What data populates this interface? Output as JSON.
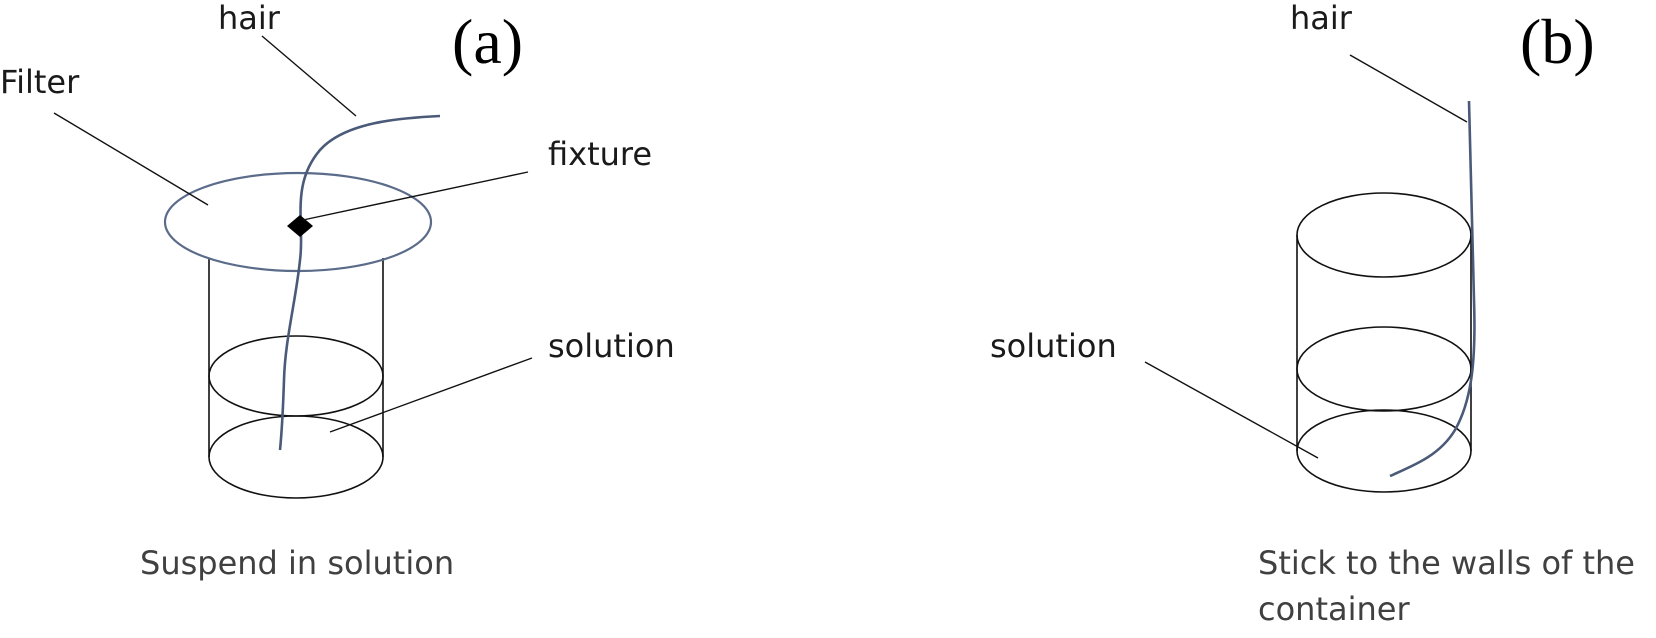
{
  "panel_a": {
    "label": "(a)",
    "hair_label": "hair",
    "filter_label": "Filter",
    "fixture_label": "fixture",
    "solution_label": "solution",
    "caption": "Suspend in solution"
  },
  "panel_b": {
    "label": "(b)",
    "hair_label": "hair",
    "solution_label": "solution",
    "caption_line1": "Stick to the walls of the",
    "caption_line2": "container"
  },
  "colors": {
    "outline": "#111111",
    "hair": "#4a5a78",
    "filter": "#5b6b8a",
    "fixture": "#000000",
    "caption": "#404040"
  }
}
